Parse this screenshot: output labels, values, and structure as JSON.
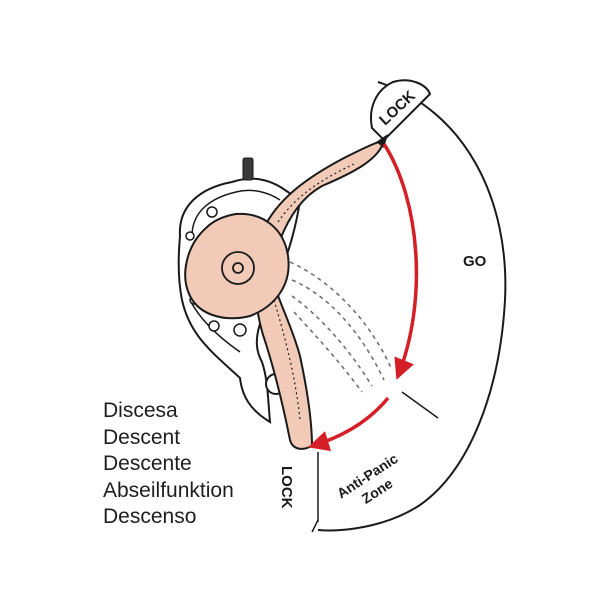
{
  "labels": {
    "lock_top": "LOCK",
    "go": "GO",
    "anti_panic_line1": "Anti-Panic",
    "anti_panic_line2": "Zone",
    "lock_bottom": "LOCK"
  },
  "languages": [
    "Discesa",
    "Descent",
    "Descente",
    "Abseilfunktion",
    "Descenso"
  ],
  "colors": {
    "arrow": "#d41f26",
    "lever_fill": "#f1cbb8",
    "outline": "#1a1a1a",
    "body_fill": "#ffffff"
  },
  "icons": {
    "lever": "handle-lever-icon",
    "device": "descender-device-icon",
    "pivot": "pivot-cam-icon"
  }
}
